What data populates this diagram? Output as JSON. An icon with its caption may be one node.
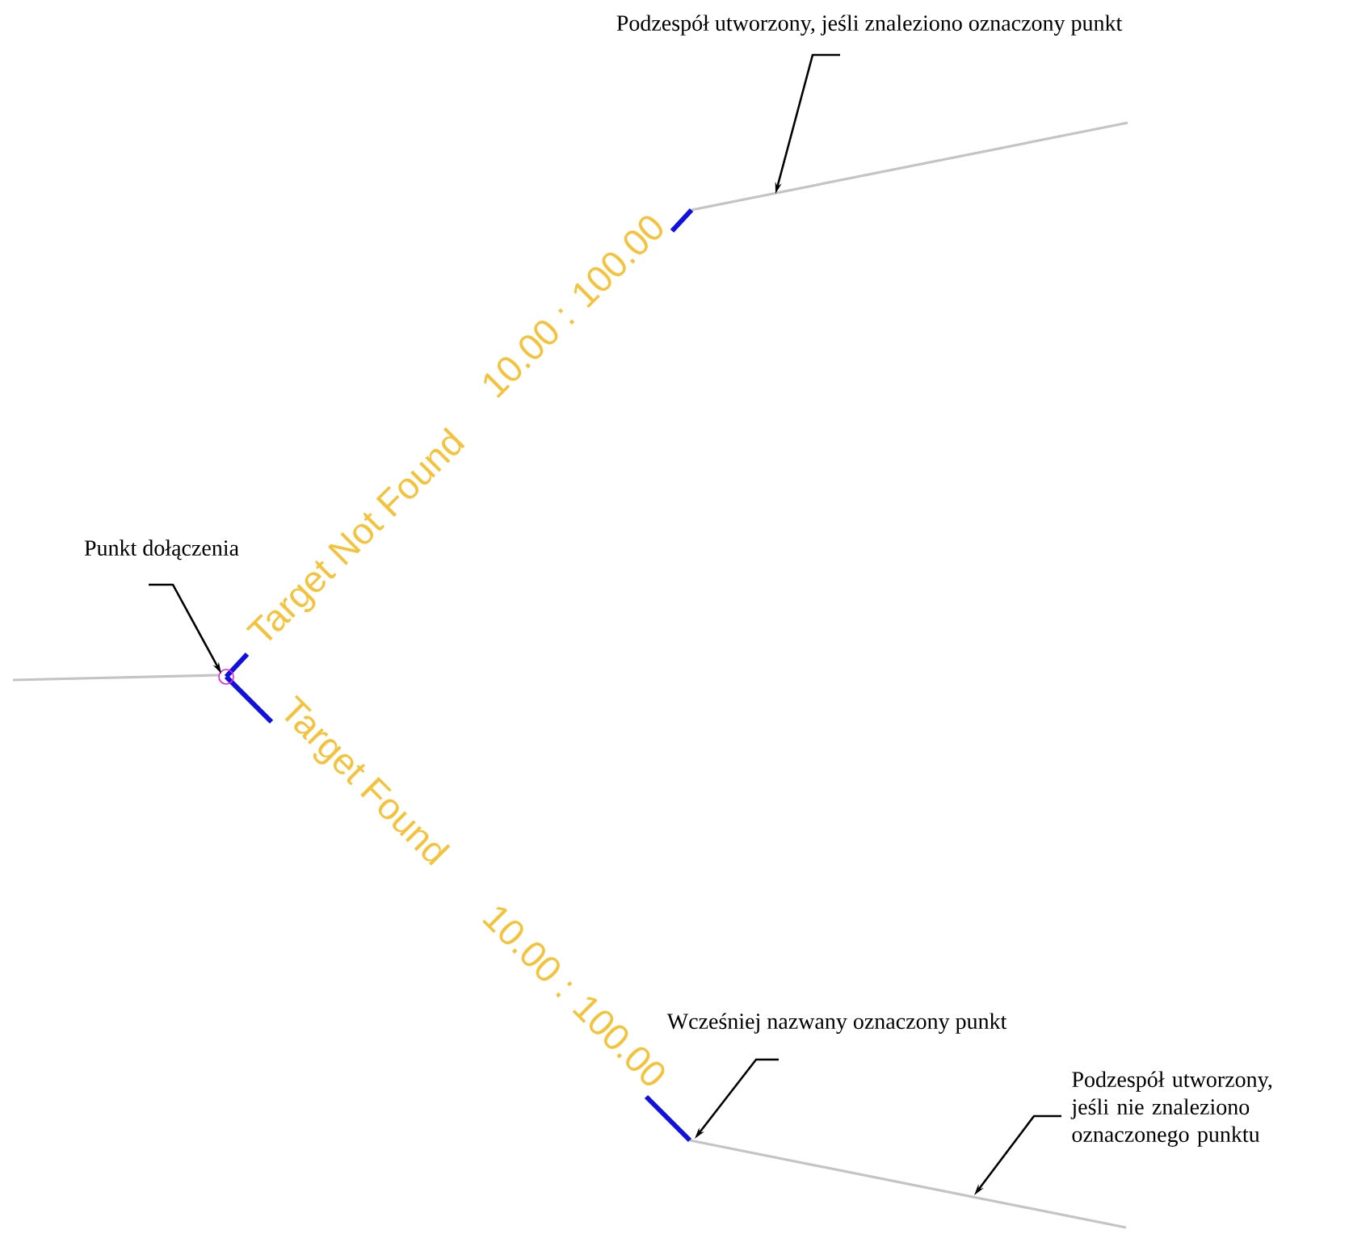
{
  "diagram": {
    "nodes": [
      {
        "text": [
          "Podzespół utworzony, jeśli znaleziono oznaczony punkt"
        ]
      },
      {
        "text": [
          "Punkt dołączenia"
        ]
      },
      {
        "text": [
          "Wcześniej nazwany oznaczony punkt"
        ]
      },
      {
        "text": [
          "Podzespół utworzony, jeśli nie znaleziono oznaczonego punktu"
        ]
      }
    ],
    "edges": [
      {
        "from": 0,
        "to": null,
        "arrow": "to"
      },
      {
        "from": 1,
        "to": null,
        "arrow": "to"
      },
      {
        "from": 2,
        "to": null,
        "arrow": "to"
      },
      {
        "from": 3,
        "to": null,
        "arrow": "to"
      }
    ],
    "labels": [
      "Target Not Found",
      "10.00 : 100.00",
      "Target Found",
      "10.00 : 100.00"
    ]
  }
}
